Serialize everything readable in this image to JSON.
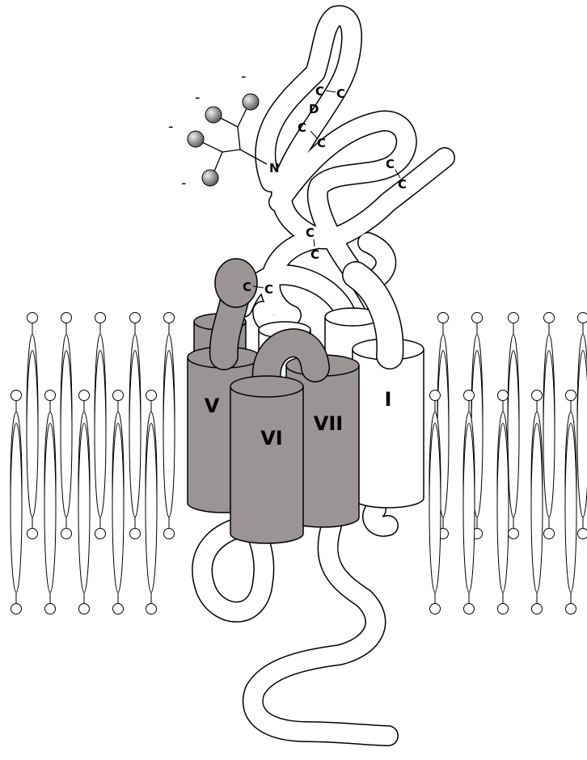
{
  "diagram": {
    "helix_labels": {
      "I": "I",
      "V": "V",
      "VI": "VI",
      "VII": "VII"
    },
    "disulfide_bonds": [
      {
        "a": "C",
        "b": "C"
      },
      {
        "a": "C",
        "b": "C"
      },
      {
        "a": "C",
        "b": "C"
      },
      {
        "a": "C",
        "b": "C"
      },
      {
        "a": "C",
        "b": "C"
      }
    ],
    "residue_d": "D",
    "glycosylation_site": "N",
    "charges": [
      "-",
      "-",
      "-",
      "-"
    ],
    "colors": {
      "shaded_helix": "#9a9494",
      "open_helix": "#ffffff",
      "outline": "#000000",
      "sugar_dark": "#555555",
      "sugar_light": "#eeeeee"
    }
  }
}
